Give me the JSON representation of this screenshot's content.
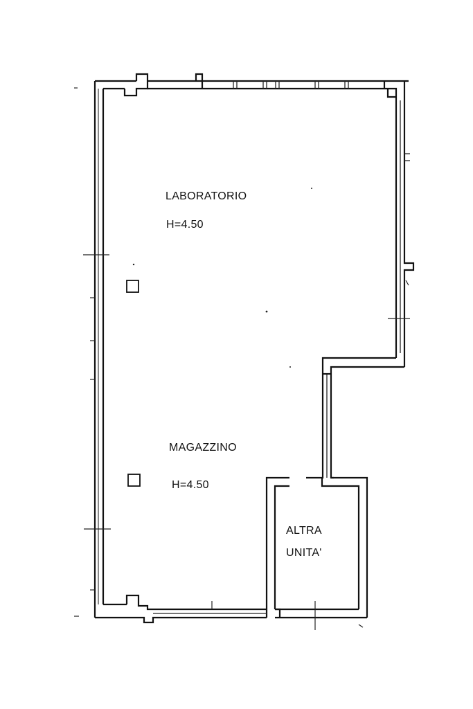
{
  "rooms": {
    "laboratorio": {
      "name": "LABORATORIO",
      "height": "H=4.50"
    },
    "magazzino": {
      "name": "MAGAZZINO",
      "height": "H=4.50"
    },
    "altra_unita": {
      "line1": "ALTRA",
      "line2": "UNITA'"
    }
  }
}
